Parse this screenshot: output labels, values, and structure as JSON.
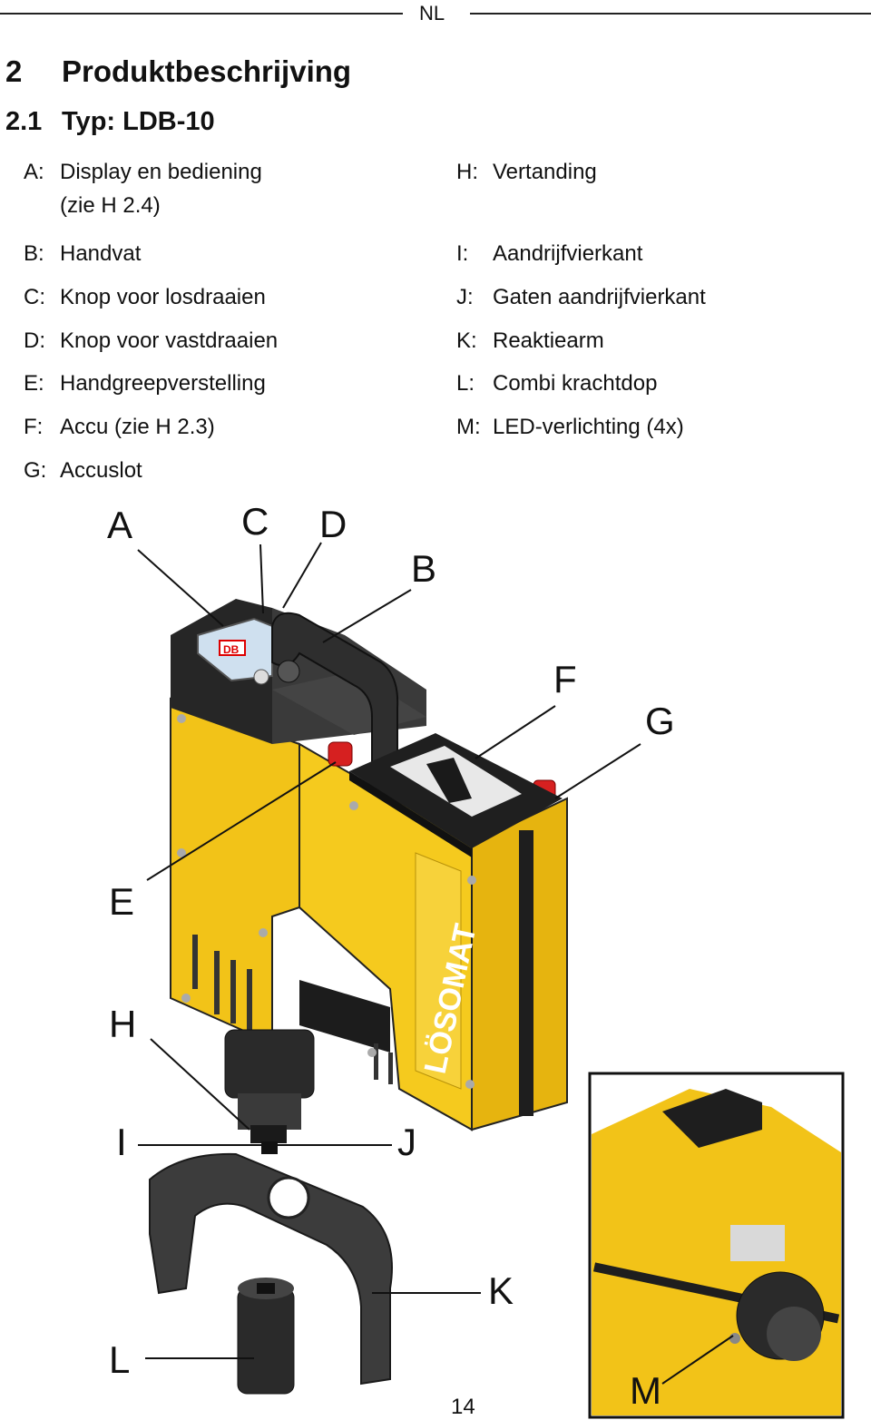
{
  "header": {
    "language": "NL"
  },
  "heading1": {
    "number": "2",
    "title": "Produktbeschrijving"
  },
  "heading2": {
    "number": "2.1",
    "title": "Typ: LDB-10"
  },
  "legend_left": [
    {
      "key": "A:",
      "text": "Display en bediening",
      "cont": "(zie H 2.4)"
    },
    {
      "key": "B:",
      "text": "Handvat"
    },
    {
      "key": "C:",
      "text": "Knop voor losdraaien"
    },
    {
      "key": "D:",
      "text": "Knop voor vastdraaien"
    },
    {
      "key": "E:",
      "text": "Handgreepverstelling"
    },
    {
      "key": "F:",
      "text": "Accu (zie H 2.3)"
    },
    {
      "key": "G:",
      "text": "Accuslot"
    }
  ],
  "legend_right": [
    {
      "key": "H:",
      "text": "Vertanding"
    },
    {
      "key": "I:",
      "text": "Aandrijfvierkant"
    },
    {
      "key": "J:",
      "text": "Gaten aandrijfvierkant"
    },
    {
      "key": "K:",
      "text": "Reaktiearm"
    },
    {
      "key": "L:",
      "text": "Combi krachtdop"
    },
    {
      "key": "M:",
      "text": "LED-verlichting (4x)"
    }
  ],
  "callouts": {
    "A": "A",
    "B": "B",
    "C": "C",
    "D": "D",
    "E": "E",
    "F": "F",
    "G": "G",
    "H": "H",
    "I": "I",
    "J": "J",
    "K": "K",
    "L": "L",
    "M": "M"
  },
  "device": {
    "brand": "LÖSOMAT",
    "display_logo": "DB"
  },
  "colors": {
    "body_yellow": "#f2c318",
    "dark": "#2b2b2b",
    "button_red": "#d62020"
  },
  "page_number": "14"
}
